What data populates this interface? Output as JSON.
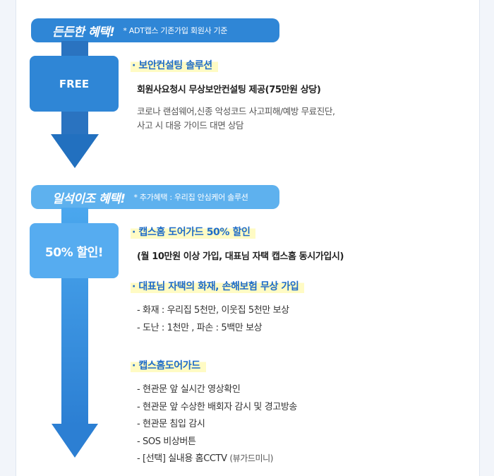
{
  "section1": {
    "pill_title": "든든한 혜택!",
    "pill_sub": "* ADT캡스 기존가입 회원사 기준",
    "badge": "FREE",
    "heading": "· 보안컨설팅 솔루션",
    "line1": "회원사요청시 무상보안컨설팅 제공(75만원 상당)",
    "line2": "코로나 랜섬웨어,신종 악성코드 사고피해/예방 무료진단,",
    "line3": "사고 시 대응 가이드 대면 상담"
  },
  "section2": {
    "pill_title": "일석이조 혜택!",
    "pill_sub": "* 추가혜택 : 우리집 안심케어 솔루션",
    "badge": "50% 할인!",
    "heading1": "· 캡스홈 도어가드 50% 할인",
    "line1": "(월 10만원 이상 가입, 대표님 자택 캡스홈 동시가입시)",
    "heading2": "· 대표님 자택의 화재, 손해보험 무상 가입",
    "insurance": [
      "- 화재 : 우리집 5천만, 이웃집 5천만 보상",
      "- 도난 : 1천만 , 파손 : 5백만 보상"
    ],
    "heading3": "· 캡스홈도어가드",
    "features": [
      "- 현관문 앞 실시간 영상확인",
      "- 현관문 앞 수상한 배회자 감시 및 경고방송",
      "- 현관문 침입 감시",
      "- SOS 비상버튼",
      "- [선택] 실내용 홈CCTV"
    ],
    "feature_note": "(뷰가드미니)"
  },
  "colors": {
    "primary_blue": "#2f86d6",
    "light_blue": "#5eb1ee",
    "heading_blue": "#1f6cc8",
    "highlight_yellow": "#fffbc4"
  }
}
